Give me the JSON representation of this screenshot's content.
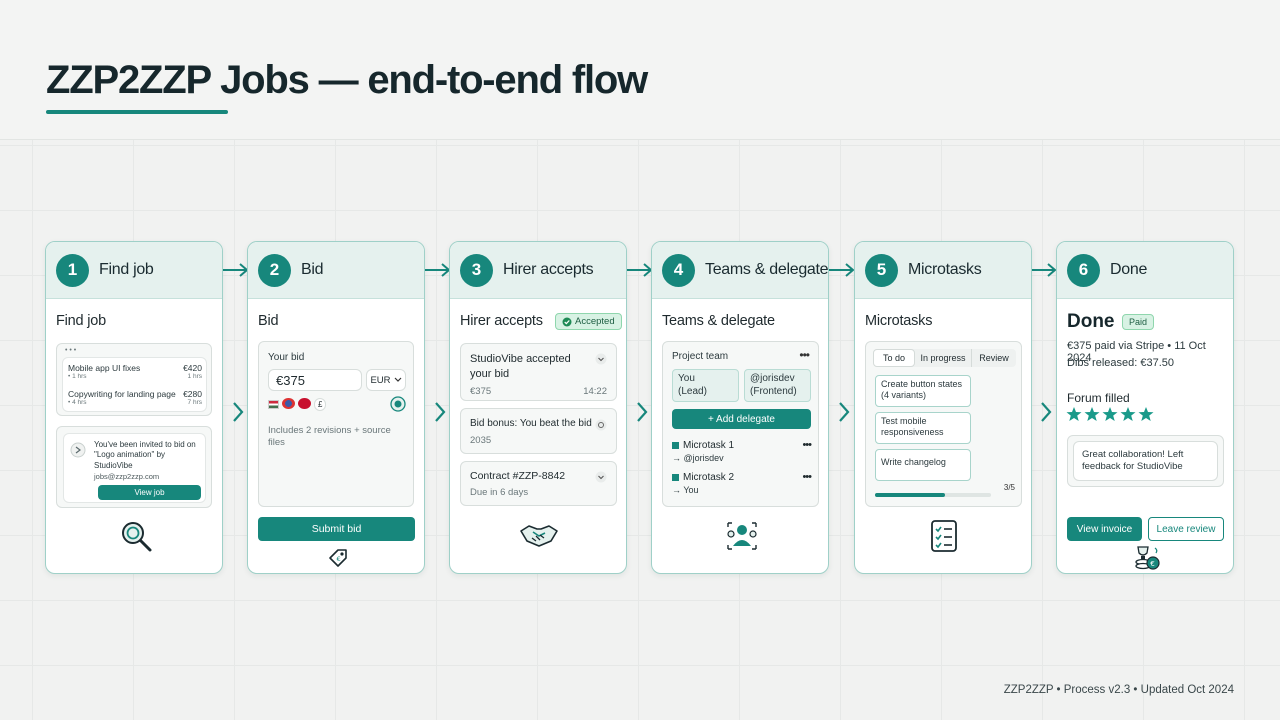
{
  "title": "ZZP2ZZP Jobs — end-to-end flow",
  "footer": "ZZP2ZZP • Process v2.3 • Updated Oct 2024",
  "colors": {
    "accent": "#17877c",
    "header_tint": "#e5f1ee",
    "star": "#1a9a8a"
  },
  "steps": [
    {
      "num": "1",
      "title": "Find job",
      "subtitle": "Find job",
      "window_dots": "• • •",
      "listings": [
        {
          "name": "Mobile app UI fixes",
          "meta": "• 1 hrs",
          "price": "€420",
          "price_meta": "1 hrs"
        },
        {
          "name": "Copywriting for landing page",
          "meta": "• 4 hrs",
          "price": "€280",
          "price_meta": "7 hrs"
        }
      ],
      "invite_text": "You've been invited to bid on \"Logo animation\" by StudioVibe",
      "invite_email": "jobs@zzp2zzp.com",
      "view_job": "View job",
      "icon": "search-icon"
    },
    {
      "num": "2",
      "title": "Bid",
      "subtitle": "Bid",
      "your_bid_label": "Your bid",
      "bid_value": "€375",
      "currency": "EUR",
      "currency_flags": [
        "£"
      ],
      "note": "Includes 2 revisions + source files",
      "submit": "Submit bid",
      "icon": "price-tag-icon"
    },
    {
      "num": "3",
      "title": "Hirer accepts",
      "subtitle": "Hirer accepts",
      "badge": "Accepted",
      "items": [
        {
          "title": "StudioVibe accepted your bid",
          "meta": "€375",
          "time": "14:22"
        },
        {
          "title": "Bid bonus: You beat the bid",
          "meta": "2035"
        },
        {
          "title": "Contract #ZZP-8842",
          "meta": "Due in 6 days"
        }
      ],
      "icon": "handshake-icon"
    },
    {
      "num": "4",
      "title": "Teams & delegate",
      "subtitle": "Teams & delegate",
      "team_label": "Project team",
      "members": [
        {
          "name": "You",
          "role": "(Lead)"
        },
        {
          "name": "@jorisdev",
          "role": "(Frontend)"
        }
      ],
      "add_delegate": "+ Add delegate",
      "tasks": [
        {
          "name": "Microtask 1",
          "assignee": "→ @jorisdev"
        },
        {
          "name": "Microtask 2",
          "assignee": "→ You"
        }
      ],
      "icon": "team-icon"
    },
    {
      "num": "5",
      "title": "Microtasks",
      "subtitle": "Microtasks",
      "tabs": [
        "To do",
        "In progress",
        "Review"
      ],
      "tasks": [
        "Create button states (4 variants)",
        "Test mobile responsiveness",
        "Write changelog"
      ],
      "progress_label": "3/5",
      "progress": 0.6,
      "icon": "checklist-icon"
    },
    {
      "num": "6",
      "title": "Done",
      "subtitle": "Done",
      "paid_badge": "Paid",
      "payment_line": "€375 paid via Stripe • 11 Oct 2024",
      "dibs_line": "Dibs released: €37.50",
      "forum_label": "Forum filled",
      "rating": 5,
      "feedback": "Great collaboration! Left feedback for StudioVibe",
      "view_invoice": "View invoice",
      "leave_review": "Leave review",
      "icon": "coins-trophy-icon"
    }
  ]
}
